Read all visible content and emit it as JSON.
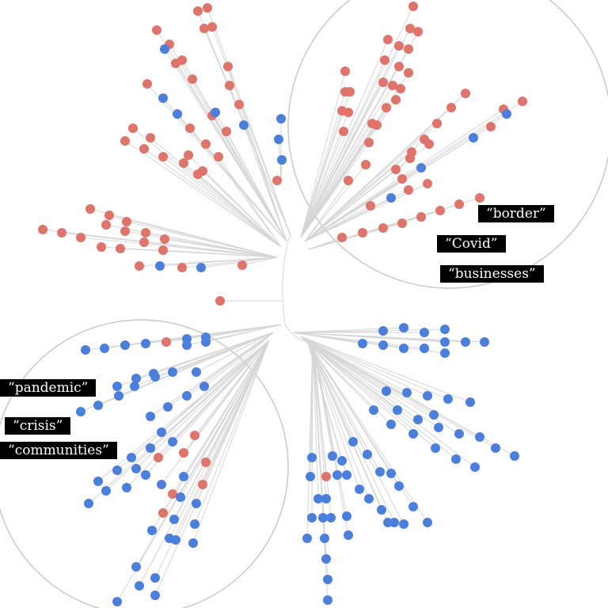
{
  "colors": {
    "red": "#e0736a",
    "blue": "#4b7fde",
    "branch": "#d6d6d6",
    "circle": "#c9c9c9",
    "label_bg": "#000000",
    "label_text": "#ffffff"
  },
  "labels_right": [
    "“border”",
    "“Covid”",
    "“businesses”"
  ],
  "labels_left": [
    "“pandemic”",
    "“crisis”",
    "“communities”"
  ],
  "tree": {
    "clusters": [
      {
        "start": [
          368,
          300
        ],
        "color": "red",
        "end": [
          258,
          10
        ],
        "leaves": [
          [
            250,
            14
          ],
          [
            262,
            10
          ],
          [
            258,
            36
          ],
          [
            268,
            34
          ]
        ]
      },
      {
        "start": [
          362,
          305
        ],
        "color": "mixed",
        "end": [
          200,
          40
        ],
        "leaves": [
          [
            198,
            38,
            "red"
          ],
          [
            214,
            56,
            "red"
          ],
          [
            208,
            62,
            "blue"
          ],
          [
            222,
            80,
            "red"
          ],
          [
            230,
            76,
            "red"
          ],
          [
            243,
            100,
            "red"
          ],
          [
            288,
            84,
            "red"
          ],
          [
            290,
            108,
            "red"
          ],
          [
            302,
            132,
            "red"
          ],
          [
            206,
            124,
            "blue"
          ],
          [
            224,
            144,
            "blue"
          ],
          [
            240,
            162,
            "red"
          ],
          [
            268,
            146,
            "red"
          ],
          [
            272,
            142,
            "blue"
          ],
          [
            286,
            166,
            "red"
          ],
          [
            308,
            158,
            "blue"
          ],
          [
            186,
            106,
            "red"
          ]
        ]
      },
      {
        "start": [
          355,
          312
        ],
        "color": "red",
        "end": [
          160,
          180
        ],
        "leaves": [
          [
            168,
            162,
            "red"
          ],
          [
            190,
            174,
            "red"
          ],
          [
            158,
            178,
            "red"
          ],
          [
            182,
            188,
            "red"
          ],
          [
            206,
            198,
            "red"
          ],
          [
            238,
            196,
            "red"
          ],
          [
            232,
            206,
            "red"
          ],
          [
            260,
            182,
            "red"
          ],
          [
            276,
            198,
            "red"
          ],
          [
            250,
            220,
            "red"
          ],
          [
            256,
            216,
            "red"
          ]
        ]
      },
      {
        "start": [
          350,
          325
        ],
        "color": "mixed",
        "end": [
          54,
          290
        ],
        "leaves": [
          [
            54,
            290,
            "red"
          ],
          [
            78,
            294,
            "red"
          ],
          [
            102,
            300,
            "red"
          ],
          [
            114,
            264,
            "red"
          ],
          [
            138,
            272,
            "red"
          ],
          [
            160,
            280,
            "red"
          ],
          [
            134,
            284,
            "red"
          ],
          [
            158,
            292,
            "red"
          ],
          [
            184,
            294,
            "red"
          ],
          [
            208,
            302,
            "red"
          ],
          [
            182,
            306,
            "red"
          ],
          [
            128,
            312,
            "red"
          ],
          [
            152,
            314,
            "red"
          ],
          [
            206,
            316,
            "red"
          ],
          [
            176,
            336,
            "red"
          ],
          [
            202,
            336,
            "blue"
          ],
          [
            230,
            338,
            "red"
          ],
          [
            254,
            338,
            "blue"
          ],
          [
            306,
            335,
            "red"
          ]
        ]
      },
      {
        "start": [
          358,
          380
        ],
        "color": "red",
        "end": [
          278,
          380
        ],
        "leaves": [
          [
            278,
            380,
            "red"
          ]
        ]
      },
      {
        "start": [
          355,
          230
        ],
        "color": "mixed",
        "end": [
          355,
          150
        ],
        "leaves": [
          [
            355,
            150,
            "blue"
          ],
          [
            352,
            176,
            "blue"
          ],
          [
            356,
            202,
            "blue"
          ],
          [
            350,
            228,
            "red"
          ]
        ]
      },
      {
        "start": [
          380,
          300
        ],
        "color": "red",
        "end": [
          522,
          8
        ],
        "leaves": [
          [
            522,
            8
          ],
          [
            518,
            36
          ],
          [
            490,
            50
          ],
          [
            504,
            58
          ],
          [
            516,
            62
          ],
          [
            528,
            40
          ],
          [
            486,
            76
          ],
          [
            504,
            84
          ],
          [
            516,
            92
          ],
          [
            436,
            90
          ],
          [
            484,
            104
          ],
          [
            496,
            108
          ],
          [
            506,
            112
          ],
          [
            500,
            126
          ],
          [
            488,
            136
          ],
          [
            436,
            116
          ],
          [
            442,
            116
          ],
          [
            432,
            140
          ],
          [
            440,
            142
          ],
          [
            476,
            158
          ],
          [
            470,
            156
          ],
          [
            466,
            180
          ],
          [
            434,
            166
          ]
        ]
      },
      {
        "start": [
          385,
          305
        ],
        "color": "mixed",
        "end": [
          660,
          128
        ],
        "leaves": [
          [
            588,
            118,
            "red"
          ],
          [
            570,
            136,
            "red"
          ],
          [
            552,
            156,
            "red"
          ],
          [
            536,
            176,
            "red"
          ],
          [
            542,
            182,
            "red"
          ],
          [
            520,
            192,
            "red"
          ],
          [
            518,
            200,
            "red"
          ],
          [
            500,
            214,
            "red"
          ],
          [
            508,
            226,
            "red"
          ],
          [
            462,
            208,
            "red"
          ],
          [
            440,
            228,
            "red"
          ],
          [
            532,
            212,
            "blue"
          ],
          [
            540,
            232,
            "red"
          ],
          [
            516,
            240,
            "red"
          ],
          [
            494,
            250,
            "blue"
          ],
          [
            468,
            260,
            "red"
          ],
          [
            598,
            174,
            "blue"
          ],
          [
            620,
            160,
            "red"
          ],
          [
            636,
            138,
            "red"
          ],
          [
            640,
            144,
            "blue"
          ],
          [
            660,
            128,
            "red"
          ]
        ]
      },
      {
        "start": [
          390,
          315
        ],
        "color": "red",
        "end": [
          606,
          250
        ],
        "leaves": [
          [
            606,
            250
          ],
          [
            580,
            258
          ],
          [
            556,
            266
          ],
          [
            532,
            274
          ],
          [
            508,
            282
          ],
          [
            484,
            288
          ],
          [
            458,
            294
          ],
          [
            432,
            300
          ]
        ]
      },
      {
        "start": [
          370,
          420
        ],
        "color": "blue",
        "end": [
          612,
          432
        ],
        "leaves": [
          [
            484,
            418
          ],
          [
            510,
            414
          ],
          [
            536,
            420
          ],
          [
            562,
            416
          ],
          [
            458,
            434
          ],
          [
            484,
            436
          ],
          [
            510,
            440
          ],
          [
            536,
            440
          ],
          [
            562,
            432
          ],
          [
            562,
            446
          ],
          [
            588,
            432
          ],
          [
            612,
            432
          ]
        ]
      },
      {
        "start": [
          380,
          425
        ],
        "color": "blue",
        "end": [
          650,
          576
        ],
        "leaves": [
          [
            488,
            494
          ],
          [
            514,
            496
          ],
          [
            540,
            500
          ],
          [
            566,
            504
          ],
          [
            594,
            508
          ],
          [
            472,
            518
          ],
          [
            502,
            518
          ],
          [
            528,
            530
          ],
          [
            554,
            540
          ],
          [
            580,
            548
          ],
          [
            606,
            552
          ],
          [
            494,
            536
          ],
          [
            522,
            548
          ],
          [
            550,
            566
          ],
          [
            576,
            580
          ],
          [
            600,
            590
          ],
          [
            626,
            566
          ],
          [
            650,
            576
          ],
          [
            548,
            524
          ]
        ]
      },
      {
        "start": [
          388,
          430
        ],
        "color": "blue",
        "end": [
          540,
          660
        ],
        "leaves": [
          [
            446,
            558
          ],
          [
            464,
            574
          ],
          [
            480,
            596
          ],
          [
            494,
            598
          ],
          [
            504,
            614
          ],
          [
            522,
            640
          ],
          [
            540,
            660
          ],
          [
            432,
            582
          ],
          [
            438,
            600
          ],
          [
            454,
            618
          ],
          [
            466,
            630
          ],
          [
            482,
            644
          ],
          [
            490,
            660
          ],
          [
            498,
            660
          ],
          [
            510,
            662
          ]
        ]
      },
      {
        "start": [
          395,
          430
        ],
        "color": "mixed",
        "end": [
          414,
          758
        ],
        "leaves": [
          [
            394,
            578,
            "blue"
          ],
          [
            420,
            576,
            "blue"
          ],
          [
            412,
            602,
            "red"
          ],
          [
            426,
            600,
            "blue"
          ],
          [
            392,
            602,
            "blue"
          ],
          [
            402,
            630,
            "blue"
          ],
          [
            412,
            630,
            "blue"
          ],
          [
            408,
            654,
            "blue"
          ],
          [
            394,
            654,
            "blue"
          ],
          [
            418,
            654,
            "blue"
          ],
          [
            438,
            652,
            "blue"
          ],
          [
            388,
            680,
            "blue"
          ],
          [
            410,
            680,
            "blue"
          ],
          [
            440,
            676,
            "blue"
          ],
          [
            412,
            706,
            "blue"
          ],
          [
            414,
            732,
            "blue"
          ],
          [
            414,
            758,
            "blue"
          ]
        ]
      },
      {
        "start": [
          355,
          410
        ],
        "color": "mixed",
        "end": [
          108,
          442
        ],
        "leaves": [
          [
            108,
            442,
            "blue"
          ],
          [
            132,
            440,
            "blue"
          ],
          [
            158,
            436,
            "blue"
          ],
          [
            184,
            434,
            "blue"
          ],
          [
            210,
            432,
            "red"
          ],
          [
            236,
            428,
            "blue"
          ],
          [
            260,
            426,
            "blue"
          ],
          [
            236,
            436,
            "blue"
          ],
          [
            260,
            432,
            "blue"
          ]
        ]
      },
      {
        "start": [
          345,
          420
        ],
        "color": "mixed",
        "end": [
          102,
          520
        ],
        "leaves": [
          [
            102,
            520,
            "blue"
          ],
          [
            124,
            512,
            "blue"
          ],
          [
            150,
            500,
            "blue"
          ],
          [
            148,
            488,
            "blue"
          ],
          [
            170,
            488,
            "blue"
          ],
          [
            196,
            476,
            "blue"
          ],
          [
            218,
            470,
            "blue"
          ],
          [
            248,
            470,
            "blue"
          ],
          [
            172,
            478,
            "blue"
          ],
          [
            194,
            472,
            "blue"
          ],
          [
            236,
            500,
            "blue"
          ],
          [
            212,
            514,
            "blue"
          ],
          [
            190,
            526,
            "blue"
          ],
          [
            204,
            546,
            "blue"
          ],
          [
            258,
            488,
            "blue"
          ]
        ]
      },
      {
        "start": [
          340,
          430
        ],
        "color": "mixed",
        "end": [
          112,
          636
        ],
        "leaves": [
          [
            166,
            578,
            "blue"
          ],
          [
            190,
            566,
            "blue"
          ],
          [
            218,
            558,
            "blue"
          ],
          [
            246,
            550,
            "red"
          ],
          [
            200,
            578,
            "red"
          ],
          [
            232,
            572,
            "red"
          ],
          [
            260,
            584,
            "red"
          ],
          [
            256,
            612,
            "red"
          ],
          [
            124,
            608,
            "blue"
          ],
          [
            148,
            594,
            "blue"
          ],
          [
            172,
            592,
            "blue"
          ],
          [
            184,
            600,
            "blue"
          ],
          [
            204,
            612,
            "blue"
          ],
          [
            232,
            602,
            "blue"
          ],
          [
            112,
            636,
            "blue"
          ],
          [
            134,
            620,
            "blue"
          ],
          [
            160,
            616,
            "blue"
          ],
          [
            218,
            624,
            "red"
          ],
          [
            228,
            628,
            "blue"
          ],
          [
            248,
            636,
            "blue"
          ],
          [
            206,
            648,
            "red"
          ],
          [
            192,
            670,
            "blue"
          ],
          [
            220,
            656,
            "blue"
          ],
          [
            246,
            662,
            "blue"
          ],
          [
            214,
            680,
            "blue"
          ],
          [
            244,
            686,
            "blue"
          ],
          [
            222,
            682,
            "blue"
          ]
        ]
      },
      {
        "start": [
          335,
          440
        ],
        "color": "blue",
        "end": [
          148,
          760
        ],
        "leaves": [
          [
            172,
            716
          ],
          [
            196,
            730
          ],
          [
            196,
            752
          ],
          [
            148,
            760
          ],
          [
            176,
            740
          ]
        ]
      }
    ]
  }
}
